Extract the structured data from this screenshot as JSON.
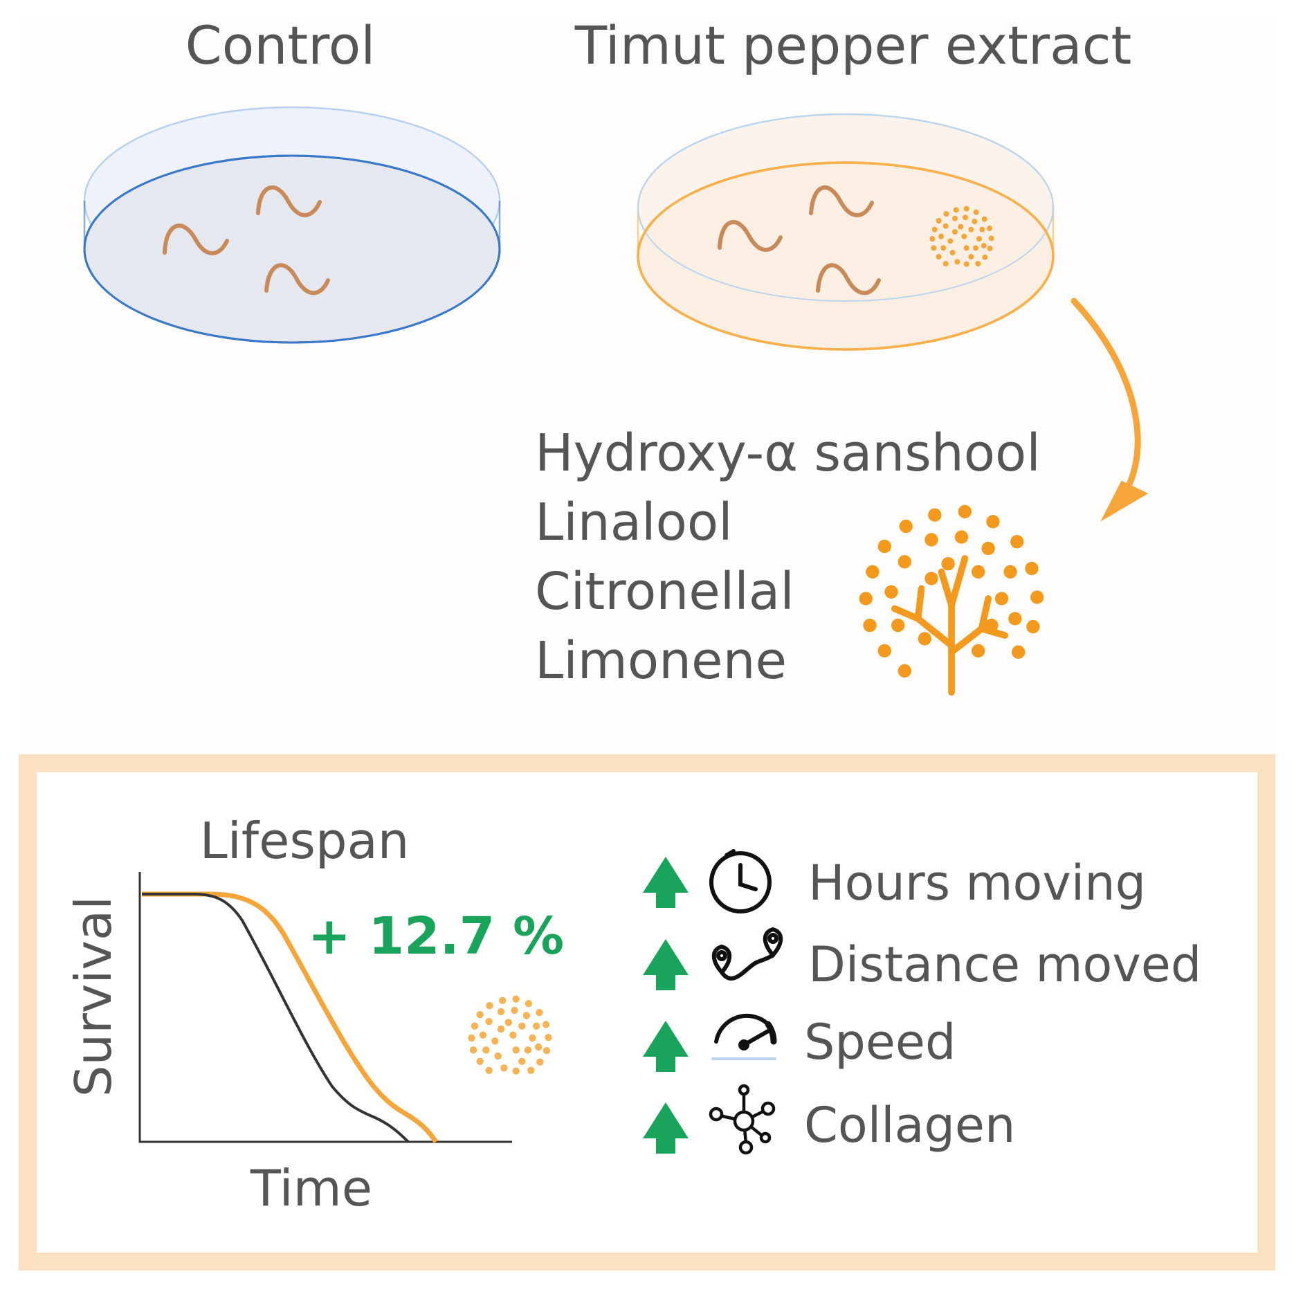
{
  "conditions": {
    "control_label": "Control",
    "treatment_label": "Timut pepper extract"
  },
  "compounds": [
    "Hydroxy-α sanshool",
    "Linalool",
    "Citronellal",
    "Limonene"
  ],
  "lifespan": {
    "title": "Lifespan",
    "ylabel": "Survival",
    "xlabel": "Time",
    "increase_label": "+ 12.7 %"
  },
  "effects": [
    {
      "label": "Hours moving",
      "icon": "clock-icon"
    },
    {
      "label": "Distance moved",
      "icon": "route-pins-icon"
    },
    {
      "label": "Speed",
      "icon": "speedometer-icon"
    },
    {
      "label": "Collagen",
      "icon": "molecule-icon"
    }
  ],
  "colors": {
    "control_dish": "#3a78c9",
    "treatment_dish": "#f7b04c",
    "pepper_orange": "#f39a1e",
    "worm": "#c98a5a",
    "up_arrow": "#1aa35a",
    "increase_text": "#1aa35a",
    "panel_border": "#fbe0c2",
    "text_gray": "#555555",
    "control_curve": "#333333",
    "treatment_curve": "#f5a53a"
  }
}
